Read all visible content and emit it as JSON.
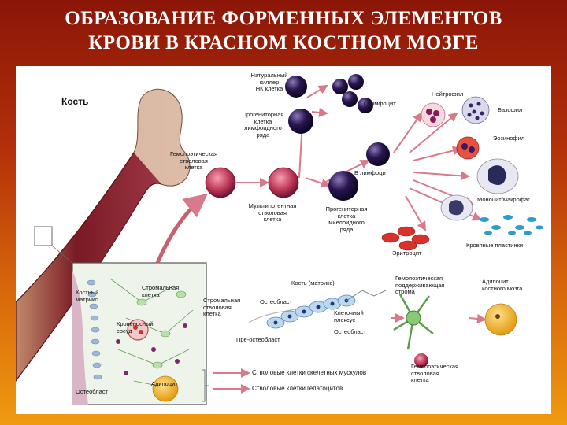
{
  "title_lines": [
    "ОБРАЗОВАНИЕ ФОРМЕННЫХ ЭЛЕМЕНТОВ",
    "КРОВИ В КРАСНОМ КОСТНОМ МОЗГЕ"
  ],
  "labels": {
    "bone": "Кость",
    "nk_cell": [
      "Натуральный",
      "киллер",
      "НК клетка"
    ],
    "t_lymphocyte": "Т лимфоцит",
    "neutrophil": "Нейтрофил",
    "basophil": "Базофил",
    "eosinophil": "Эозинофил",
    "lymphoid_progenitor": [
      "Прогениторная",
      "клетка",
      "лимфоидного",
      "ряда"
    ],
    "b_lymphocyte": "В лимфоцит",
    "hsc": [
      "Гемопоэтическая",
      "стволовая",
      "клетка"
    ],
    "multipotent": [
      "Мультипотентная",
      "стволовая",
      "клетка"
    ],
    "myeloid_progenitor": [
      "Прогениторная",
      "клетка",
      "миелоидного",
      "ряда"
    ],
    "monocyte": "Моноцит/макрофаг",
    "erythrocyte": "Эритроцит",
    "platelets": "Кровяные пластинки",
    "bone_matrix": [
      "Костный",
      "матрикс"
    ],
    "stromal_cell": [
      "Стромальная",
      "клетка"
    ],
    "blood_vessel": [
      "Кровеносный",
      "сосуд"
    ],
    "osteoblast_left": "Остеобласт",
    "adipocyte_left": "Адипоцит",
    "bone_matrix_right": "Кость (матрикс)",
    "stromal_stem": [
      "Стромальная",
      "стволовая",
      "клетка"
    ],
    "osteoblast": "Остеобласт",
    "hematopoietic_support": [
      "Гемопоэтическая",
      "поддерживающая",
      "строма"
    ],
    "bm_adipocyte": [
      "Адипоцит",
      "костного мозга"
    ],
    "cell_plexus": [
      "Клеточный",
      "плексус"
    ],
    "osteoblast_2": "Остеобласт",
    "pre_osteoblast": "Пре-остеобласт",
    "hematopoietic_stem_2": [
      "Гемопоэтическая",
      "стволовая",
      "клетка"
    ],
    "muscle_stem": "Стволовые клетки скелетных мускулов",
    "hepatocyte_stem": "Стволовые клетки гепатоцитов"
  },
  "colors": {
    "background_top": "#8b1608",
    "background_bottom": "#f09a10",
    "bone": "#7a1a24",
    "stem_cell": "#c0395a",
    "lymphocyte": "#2a1550",
    "arrow": "#d97a8a",
    "erythrocyte": "#d8322a",
    "adipocyte": "#f2b52a",
    "platelet": "#2aa0c8"
  }
}
